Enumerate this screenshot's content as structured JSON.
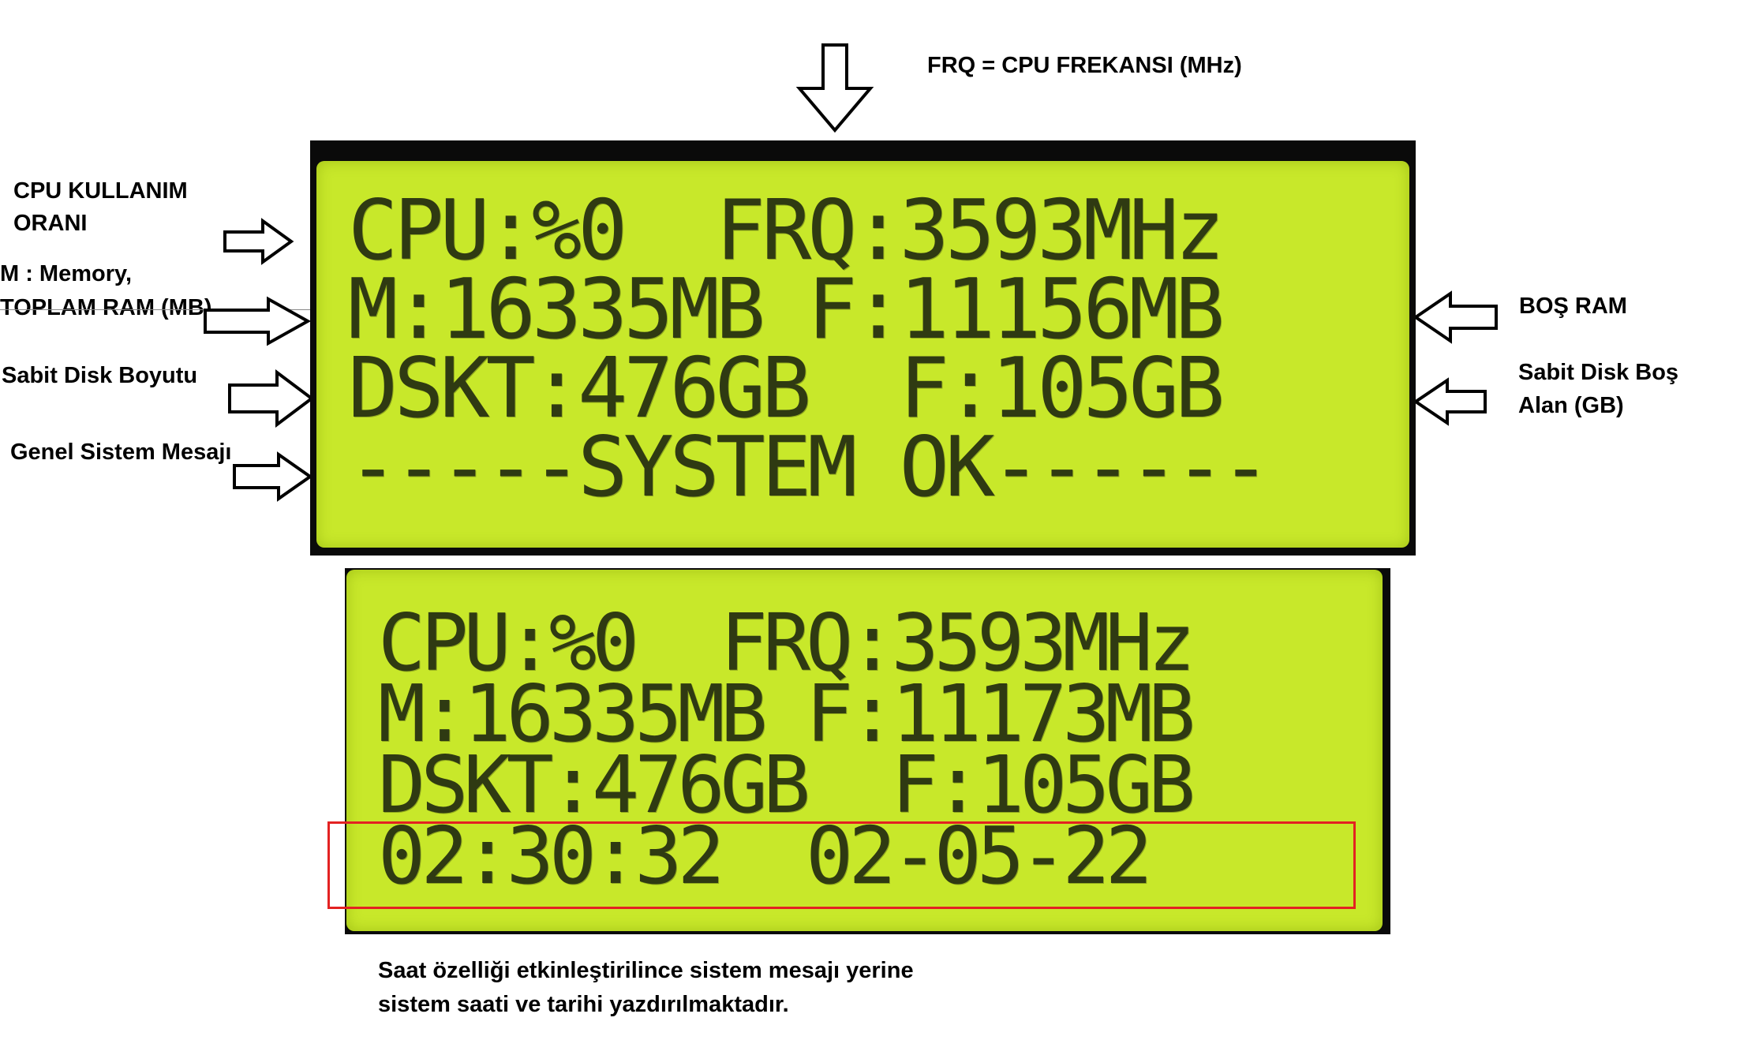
{
  "annotations": {
    "frq": "FRQ = CPU FREKANSI (MHz)",
    "cpu_line1": "CPU KULLANIM",
    "cpu_line2": "ORANI",
    "mem_line1": "M : Memory,",
    "mem_line2": "TOPLAM RAM (MB)",
    "disk": "Sabit Disk Boyutu",
    "message": "Genel Sistem Mesajı",
    "free_ram": "BOŞ RAM",
    "free_disk_line1": "Sabit Disk Boş",
    "free_disk_line2": "Alan (GB)"
  },
  "lcd_top": {
    "line1": "CPU:%0  FRQ:3593MHz",
    "line2": "M:16335MB F:11156MB",
    "line3": "DSKT:476GB  F:105GB",
    "line4": "-----SYSTEM OK------"
  },
  "lcd_bottom": {
    "line1": "CPU:%0  FRQ:3593MHz",
    "line2": "M:16335MB F:11173MB",
    "line3": "DSKT:476GB  F:105GB",
    "line4": "02:30:32  02-05-22"
  },
  "caption": {
    "line1": "Saat özelliği etkinleştirilince sistem mesajı yerine",
    "line2": "sistem saati ve tarihi yazdırılmaktadır."
  },
  "colors": {
    "lcd_background": "#c8e82a",
    "lcd_text": "#2f3a12",
    "highlight_box": "#e32222"
  }
}
